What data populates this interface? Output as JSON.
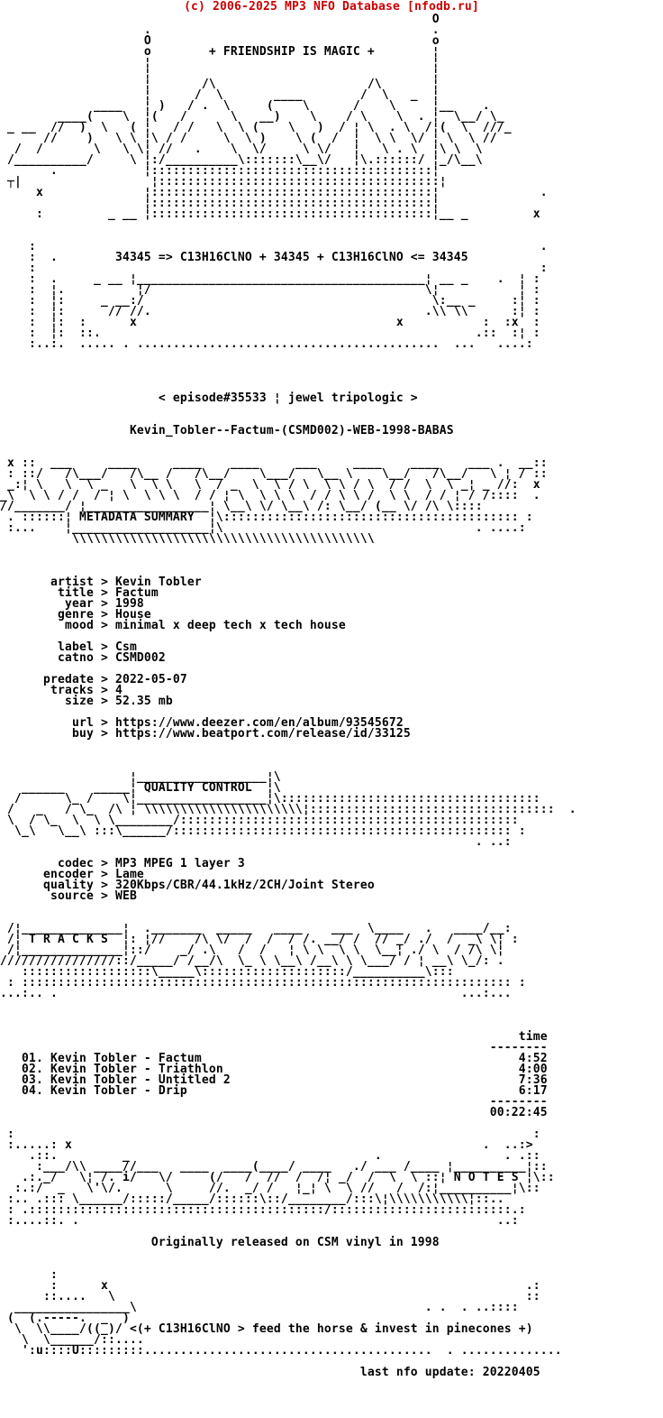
{
  "site_header": {
    "text": "(c) 2006-2025 MP3 NFO Database [nfodb.ru]",
    "color": "#cc0000"
  },
  "nfo": {
    "banner_motto": "+ FRIENDSHIP IS MAGIC +",
    "chem_line": "34345 => C13H16ClNO + 34345 + C13H16ClNO <= 34345",
    "episode_line": "< episode#35533 ¦ jewel tripologic >",
    "release_name": "Kevin_Tobler--Factum-(CSMD002)-WEB-1998-BABAS",
    "section_headers": [
      "METADATA SUMMARY",
      "QUALITY CONTROL",
      "T R A C K S",
      "N O T E S"
    ],
    "release": {
      "artist": "Kevin Tobler",
      "title": "Factum",
      "year": "1998",
      "genre": "House",
      "mood": "minimal x deep tech x tech house",
      "label": "Csm",
      "catno": "CSMD002",
      "predate": "2022-05-07",
      "tracks": "4",
      "size": "52.35 mb",
      "url": "https://www.deezer.com/en/album/93545672",
      "buy": "https://www.beatport.com/release/id/33125"
    },
    "quality": {
      "codec": "MP3 MPEG 1 layer 3",
      "encoder": "Lame",
      "quality": "320Kbps/CBR/44.1kHz/2CH/Joint Stereo",
      "source": "WEB"
    },
    "tracklist": {
      "time_header": "time",
      "rows": [
        {
          "no": "01.",
          "title": "Kevin Tobler - Factum",
          "time": "4:52"
        },
        {
          "no": "02.",
          "title": "Kevin Tobler - Triathlon",
          "time": "4:00"
        },
        {
          "no": "03.",
          "title": "Kevin Tobler - Untitled 2",
          "time": "7:36"
        },
        {
          "no": "04.",
          "title": "Kevin Tobler - Drip",
          "time": "6:17"
        }
      ],
      "total_time": "00:22:45"
    },
    "notes": "Originally released on CSM vinyl in 1998",
    "footer_motto": "<(+ C13H16ClNO > feed the horse & invest in pinecones +)",
    "last_update": "last nfo update: 20220405",
    "ascii_lines": [
      "                                                            O",
      "                    .                                       .",
      "                    O                                       o",
      "                    o        + FRIENDSHIP IS MAGIC +        ¦",
      "                    ¦                                       ¦",
      "                    ¦                                       ¦",
      "                    ¦       /\\                     /\\       ¦",
      "                    ¦      /  \\       ____        /  \\   _  ¦",
      "             ____   ¦ )   / .  \\     (    \\      /    \\     ¦__    .",
      "        ____(    \\  ¦(   /      \\   __)    \\    / \\    \\  . ¦  \\__/ \\_",
      " _ __  //  )  \\   ( ¦   / /   \\  \\ (    \\   )  / ¦ \\  . \\  /¦(  \\  ///_",
      "      //    )   \\ \\ ¦\\ / /     \\  \\ )    \\ (  /  ¦  \\ \\  \\/ ¦ \\  \\ //",
      "  /  /       \\   \\ \\¦ //   .    \\  \\/     \\ \\/   ¦   \\ . \\  ¦\\ \\  \\",
      " /__________/     \\ ¦:/__________\\:::::::\\__\\/   ¦\\.::::::/ ¦_/\\__\\",
      "       .            ¦:::::::::::::::::::::::::::::::::::::::¦",
      " ┬|                  ¦:::::::::::::::::::::::::::::::::::::::¦",
      "     x              ¦:::::::::::::::::::::::::::::::::::::::¦              .",
      "                    ¦:::::::::::::::::::::::::::::::::::::::¦",
      "     :         _ __ ¦:::::::::::::::::::::::::::::::::::::::¦__ _         x",
      "",
      "",
      "    :                                                                      .",
      "    :  .        34345 => C13H16ClNO + 34345 + C13H16ClNO <= 34345",
      "    :                                                                      :",
      "    :  .     _ __ ¦________________________________________¦ __ _    .  ¦ :",
      "    :  ¦.          ¦/                                      \\¦           ¦ :",
      "    :  ¦:     _ __:/                                        \\:__ _     :¦ :",
      "    :  ¦:      // //.                                      .\\\\ \\\\      :¦ :",
      "    :  ¦:  :      x                                    x           :  :x  :",
      "    :  ¦:  ::.                                                    .::  :¦ :",
      "    :..:.  ..... . ..........................................  ...   ....:",
      "",
      "",
      "",
      "",
      "                      < episode#35533 ¦ jewel tripologic >",
      "",
      "",
      "                  Kevin_Tobler--Factum-(CSMD002)-WEB-1998-BABAS",
      "",
      "",
      " x ::  ___     ____     ____    ____     ___     ____    ____    ___ .  __::",
      " : ::/   /\\___/   /\\__ /   /\\__/    \\___/   \\__ \\    \\__/   /\\__/   \\ ¦ / ::",
      " _:¦ \\   \\  \\ _   \\  \\ \\   \\  / _  \\  \\ / \\  \\ \\ / \\  / /  \\  \\ _¦ _ //:  x",
      "_\\  \\ \\ / /  / ¦ \\  \\ \\ \\  / / ¦ \\  \\ \\ \\  / / \\ \\ /  \\ \\  / / ¦ / /::::  .",
      "//_______/ ¦_________________¦ \\__\\ \\/ \\__\\ /: \\__/ (__ \\/ /\\ \\::::",
      " . ::::::¦ METADATA SUMMARY  ¦\\::::::::::::::::::::::::::::::::::::::::: :",
      " :...    ¦___________________¦\\                                   . ....:",
      "          \\\\\\\\\\\\\\\\\\\\\\\\\\\\\\\\\\\\\\\\\\\\\\\\\\\\\\\\\\\\\\\\\\\\\\\\\\\\\\\\\\\\",
      "",
      "",
      "",
      "       artist > Kevin Tobler",
      "        title > Factum",
      "         year > 1998",
      "        genre > House",
      "         mood > minimal x deep tech x tech house",
      "",
      "        label > Csm",
      "        catno > CSMD002",
      "",
      "      predate > 2022-05-07",
      "       tracks > 4",
      "         size > 52.35 mb",
      "",
      "          url > https://www.deezer.com/en/album/93545672",
      "          buy > https://www.beatport.com/release/id/33125",
      "",
      "",
      "",
      "                  ¦__________________¦\\",
      "   ______    _____¦ QUALITY CONTROL  ¦\\",
      "  /      \\_ /    \\¦__________________¦\\::::::::::::::::::::::::::::::::::::",
      " /   _   / \\_  /\\ ¦ \\\\\\\\\\\\\\\\\\\\\\\\\\\\\\\\\\\\\\\\\\\\¦::::::::::::::::::::::::::::::::::  .",
      " \\  / \\_  \\  \\ \\________/:::::::::::::::::::::::::::::::::::::::::::::::",
      "  \\_\\   \\__\\ :::\\______/::::::::::::::::::::::::::::::::::::::::::::::: :",
      "                                                                  . ..:",
      "",
      "        codec > MP3 MPEG 1 layer 3",
      "      encoder > Lame",
      "      quality > 320Kbps/CBR/44.1kHz/2CH/Joint Stereo",
      "       source > WEB",
      "",
      "",
      " /¦______________¦  ._______  _____   ____    ___  \\____   .   ____/__:",
      " /¦ T R A C K S  ¦: ¦//    /\\ \\/  /  /  / /. __/ /  // _/ ./  /  _\\ \\¦ :",
      " /¦______________¦::/    _/ .\\   /  /   ¦ \\ \\  \\ \\  \\__¦ ./ \\  / /\\ \\¦",
      "////////////////::/_____/ /__/\\  \\_ \\ \\__\\ /__\\ \\ \\___/ / ¦ __\\ \\_/: .",
      "   ::::::::::::::::::\\_____\\::::::::::::::::::::/__________\\:::",
      " : :::::::::::::::::::::::::::::::::::::::::::::::::::::::::::::::::::: :",
      "...:.. .                                                        ...:...",
      "",
      "",
      "",
      "                                                                        time",
      "                                                                    --------",
      "   01. Kevin Tobler - Factum                                            4:52",
      "   02. Kevin Tobler - Triathlon                                         4:00",
      "   03. Kevin Tobler - Untitled 2                                        7:36",
      "   04. Kevin Tobler - Drip                                              6:17",
      "                                                                    --------",
      "                                                                    00:22:45",
      "",
      " :                                                                        :",
      " :.....: x                                                         .  ..:>",
      "    .::.         _                                  .                 . .::",
      "     :___/\\\\ ____//___   ____  ____(____/ ____   ./ ___ /____ ¦__________¦::",
      "   .:._/   \\¦ /. i/   \\/     (/   /  //  /  /¦ _/  /  \\  \\ ::¦ N O T E S ¦\\::",
      "  :.:/  _   \\'\\/.      \\     //.  _/ /   ¦_¦ \\  \\ //   /  /:¦__________¦\\::",
      " :.. .::: \\______/:::::/_____/::::::\\::/________/:::\\¦\\\\\\\\\\\\\\\\\\\\\\¦::..",
      " : .:::::::::::::::::::::::::::::::::::::::::/:::::::::::::::::::::::::.:",
      " :....::. .                                                          ..:",
      "",
      "                     Originally released on CSM vinyl in 1998",
      "",
      "",
      "       :",
      "       :      x                                                          .:",
      "      ::....   \\                                                         ::",
      "  ________________\\                                        . .  . ..::::",
      " (  (.-----.  _  )",
      "  \\  \\\\____/((_)/ <(+ C13H16ClNO > feed the horse & invest in pinecones +)",
      "   \\  \\______/::....",
      "   ':u::::U:::::::::........................................  . ..............",
      "",
      "                                                  last nfo update: 20220405",
      "",
      "",
      "",
      ""
    ]
  }
}
